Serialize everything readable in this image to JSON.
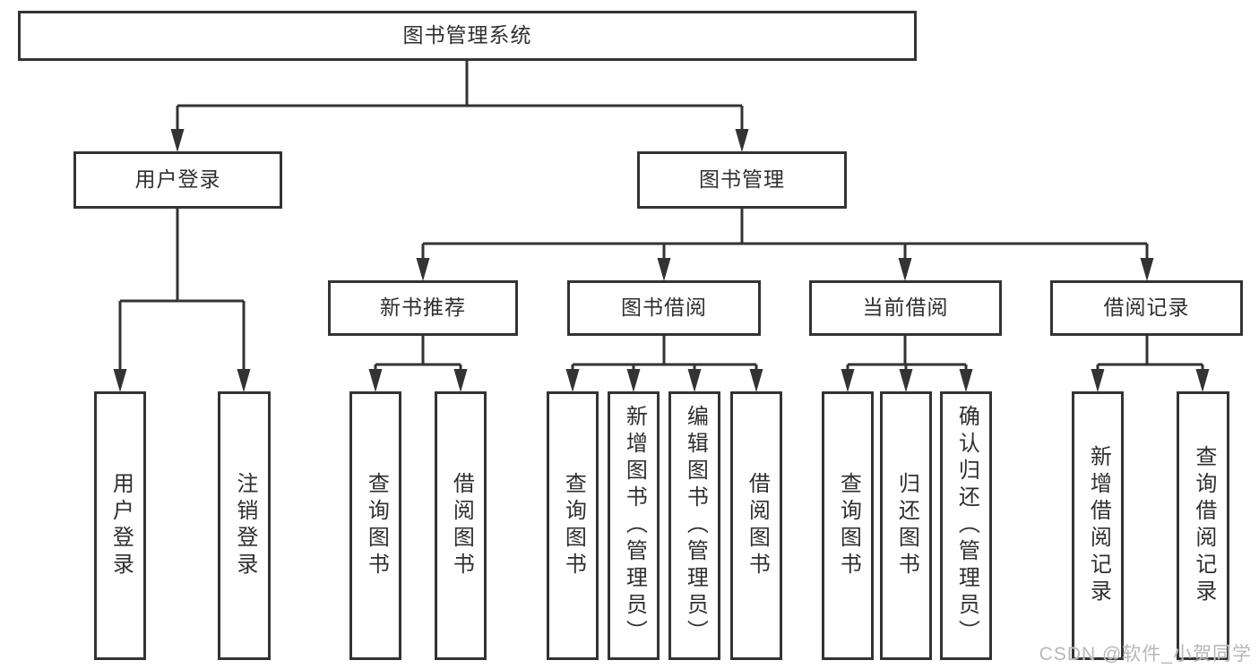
{
  "diagram": {
    "type": "hierarchy-tree",
    "line_color": "#333333",
    "box_border_color": "#333333",
    "box_background": "#ffffff",
    "text_color": "#2f2f2f",
    "tree": {
      "label": "图书管理系统",
      "children": [
        {
          "label": "用户登录",
          "children": [
            {
              "label": "用户登录"
            },
            {
              "label": "注销登录"
            }
          ]
        },
        {
          "label": "图书管理",
          "children": [
            {
              "label": "新书推荐",
              "children": [
                {
                  "label": "查询图书"
                },
                {
                  "label": "借阅图书"
                }
              ]
            },
            {
              "label": "图书借阅",
              "children": [
                {
                  "label": "查询图书"
                },
                {
                  "label": "新增图书（管理员）"
                },
                {
                  "label": "编辑图书（管理员）"
                },
                {
                  "label": "借阅图书"
                }
              ]
            },
            {
              "label": "当前借阅",
              "children": [
                {
                  "label": "查询图书"
                },
                {
                  "label": "归还图书"
                },
                {
                  "label": "确认归还（管理员）"
                }
              ]
            },
            {
              "label": "借阅记录",
              "children": [
                {
                  "label": "新增借阅记录"
                },
                {
                  "label": "查询借阅记录"
                }
              ]
            }
          ]
        }
      ]
    },
    "watermark": {
      "text": "CSDN @软件_小贺同学",
      "color": "#b5b7bb"
    }
  }
}
